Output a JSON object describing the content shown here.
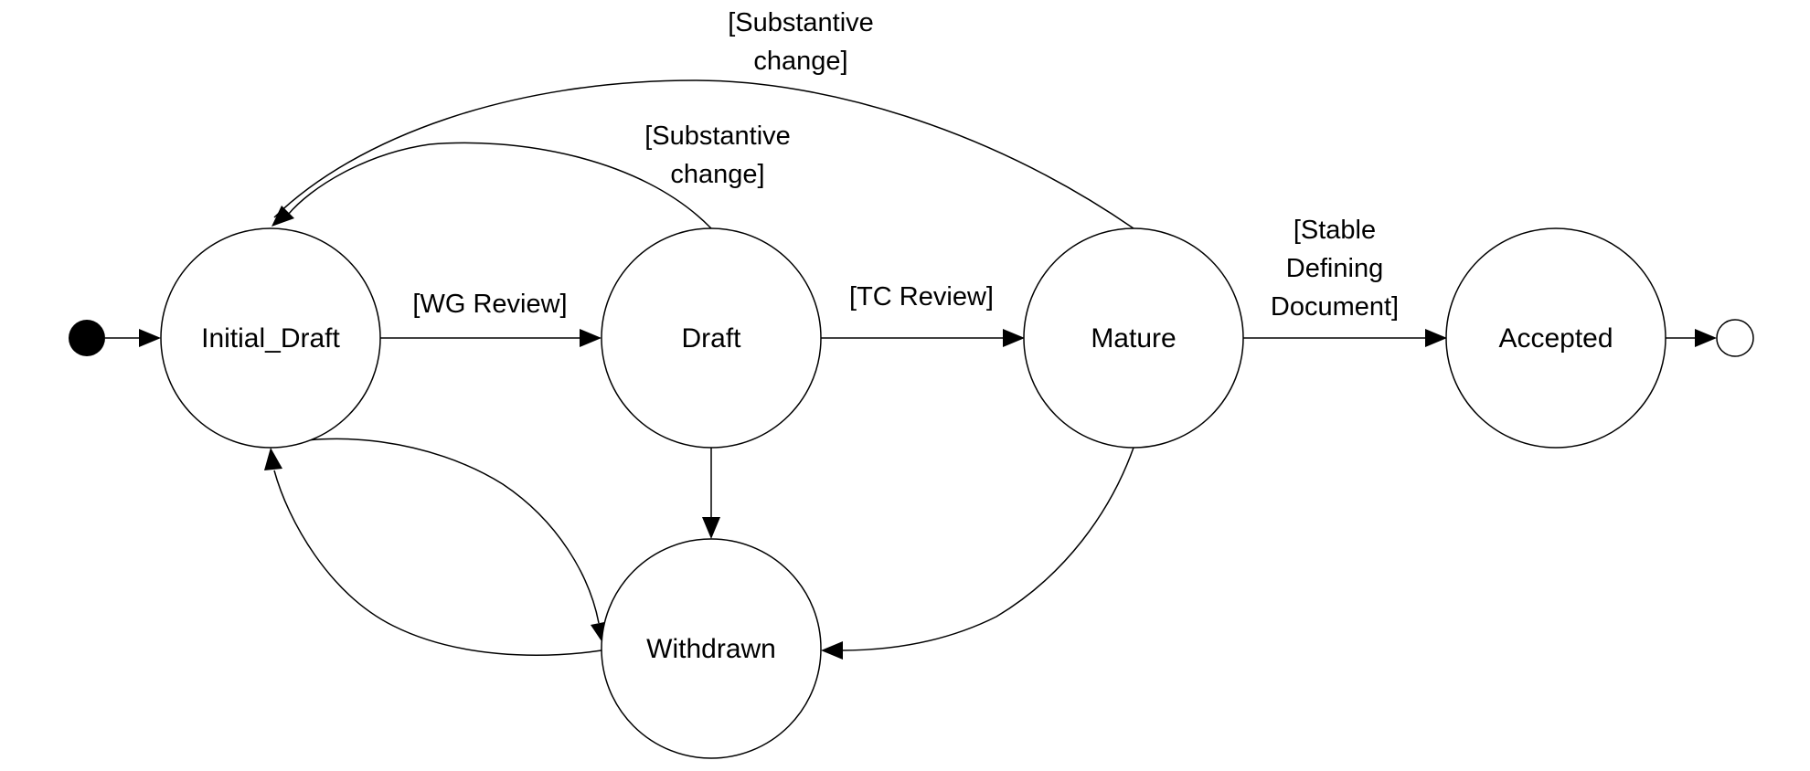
{
  "diagram": {
    "states": {
      "initial_draft": "Initial_Draft",
      "draft": "Draft",
      "mature": "Mature",
      "accepted": "Accepted",
      "withdrawn": "Withdrawn"
    },
    "transitions": {
      "wg_review": "[WG Review]",
      "tc_review": "[TC Review]",
      "stable_line1": "[Stable",
      "stable_line2": "Defining",
      "stable_line3": "Document]",
      "substantive_draft_line1": "[Substantive",
      "substantive_draft_line2": "change]",
      "substantive_mature_line1": "[Substantive",
      "substantive_mature_line2": "change]"
    },
    "colors": {
      "line": "#000000",
      "background": "#ffffff",
      "initial_node_fill": "#000000"
    }
  }
}
